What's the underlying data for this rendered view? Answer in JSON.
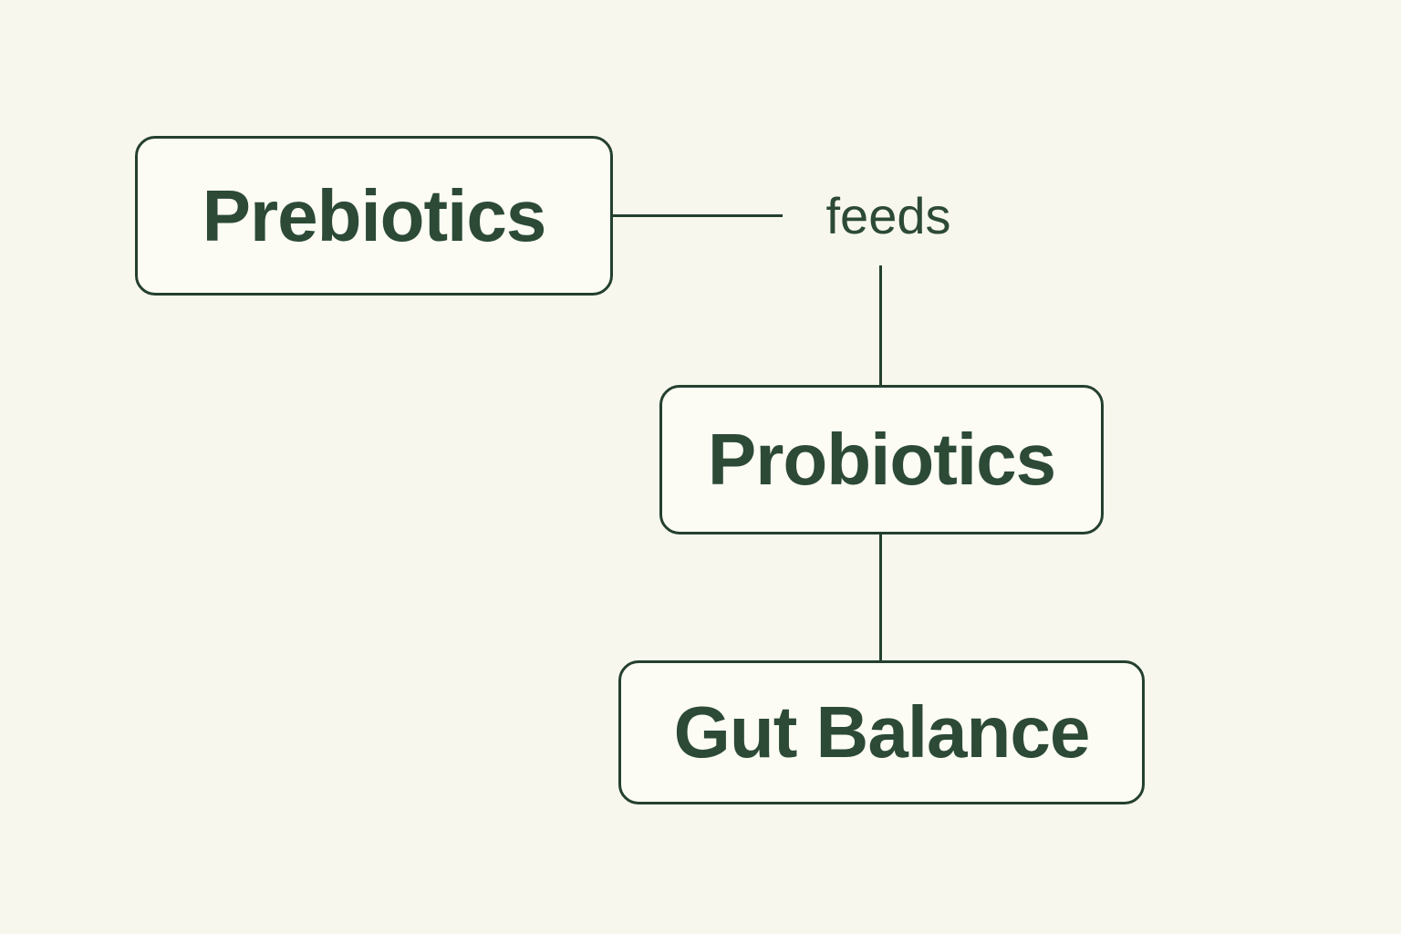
{
  "diagram": {
    "title": "Prebiotics feeds Probiotics to Gut Balance flowchart",
    "colors": {
      "background": "#f8f7ee",
      "node_fill": "#fcfbf4",
      "line": "#24402e",
      "text": "#2c4a36"
    },
    "nodes": [
      {
        "id": "prebiotics",
        "label": "Prebiotics"
      },
      {
        "id": "probiotics",
        "label": "Probiotics"
      },
      {
        "id": "gut-balance",
        "label": "Gut Balance"
      }
    ],
    "edges": [
      {
        "from": "prebiotics",
        "to": "probiotics",
        "label": "feeds"
      },
      {
        "from": "probiotics",
        "to": "gut-balance",
        "label": ""
      }
    ]
  }
}
